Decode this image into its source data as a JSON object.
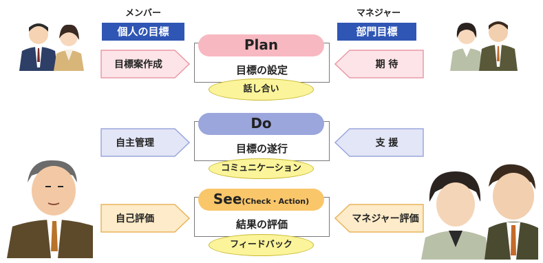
{
  "left_header": {
    "label": "メンバー",
    "box": "個人の目標"
  },
  "right_header": {
    "label": "マネジャー",
    "box": "部門目標"
  },
  "stages": [
    {
      "title": "Plan",
      "title_suffix": "",
      "subtitle": "目標の設定",
      "connector": "話し合い",
      "left_input": "目標案作成",
      "right_input": "期 待",
      "colors": {
        "pill": "#f7b8c1",
        "arrow": "#fde4e8",
        "arrow_stroke": "#e89aa6"
      }
    },
    {
      "title": "Do",
      "title_suffix": "",
      "subtitle": "目標の遂行",
      "connector": "コミュニケーション",
      "left_input": "自主管理",
      "right_input": "支 援",
      "colors": {
        "pill": "#9aa6dc",
        "arrow": "#e3e6f7",
        "arrow_stroke": "#9aa6dc"
      }
    },
    {
      "title": "See",
      "title_suffix": "(Check・Action)",
      "subtitle": "結果の評価",
      "connector": "フィードバック",
      "left_input": "自己評価",
      "right_input": "マネジャー評価",
      "colors": {
        "pill": "#f9c66a",
        "arrow": "#fdebc9",
        "arrow_stroke": "#e8b45a"
      }
    }
  ],
  "illustrations": [
    {
      "name": "member-pair",
      "icon": "two-people-illustration"
    },
    {
      "name": "manager-pair",
      "icon": "two-people-illustration"
    },
    {
      "name": "senior-member",
      "icon": "person-illustration"
    },
    {
      "name": "manager-pair-large",
      "icon": "two-people-illustration"
    }
  ],
  "palette": {
    "header_blue": "#2f56b4",
    "ellipse_yellow": "#fbf49a"
  }
}
